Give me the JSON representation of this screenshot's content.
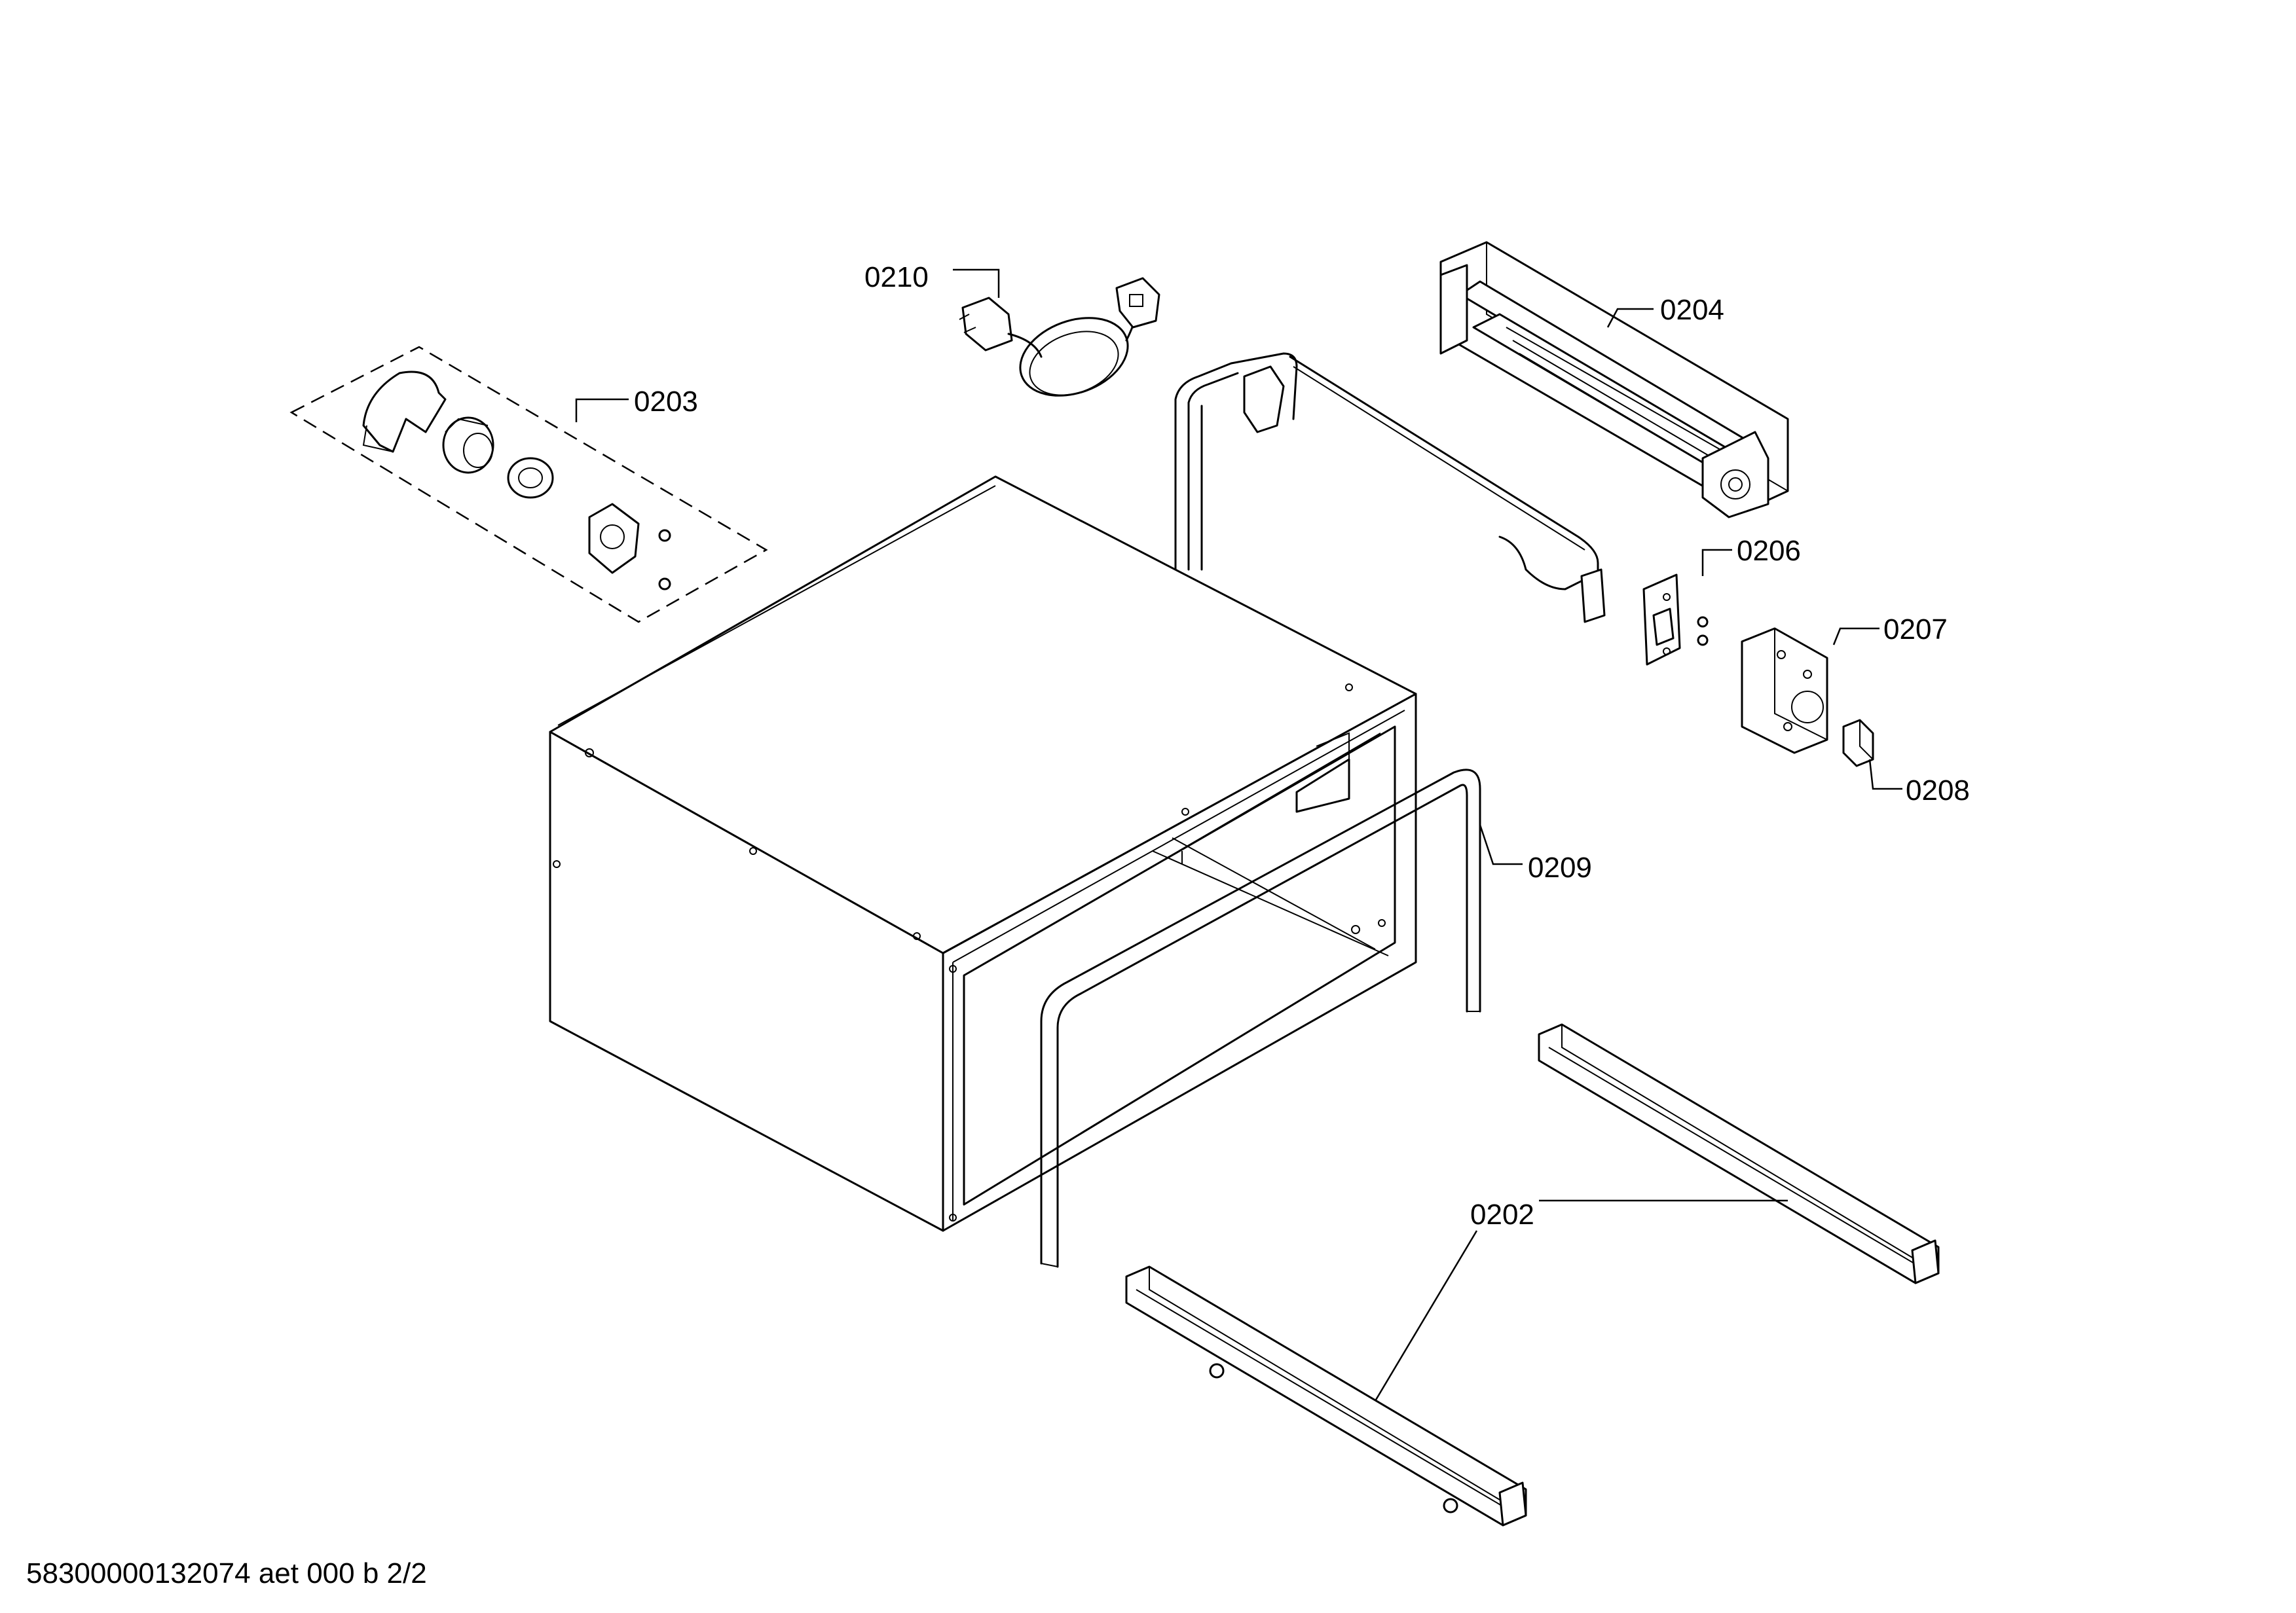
{
  "callouts": {
    "c0202": "0202",
    "c0203": "0203",
    "c0204": "0204",
    "c0206": "0206",
    "c0207": "0207",
    "c0208": "0208",
    "c0209": "0209",
    "c0210": "0210"
  },
  "footer": {
    "document_id": "58300000132074 aet 000 b 2/2"
  }
}
